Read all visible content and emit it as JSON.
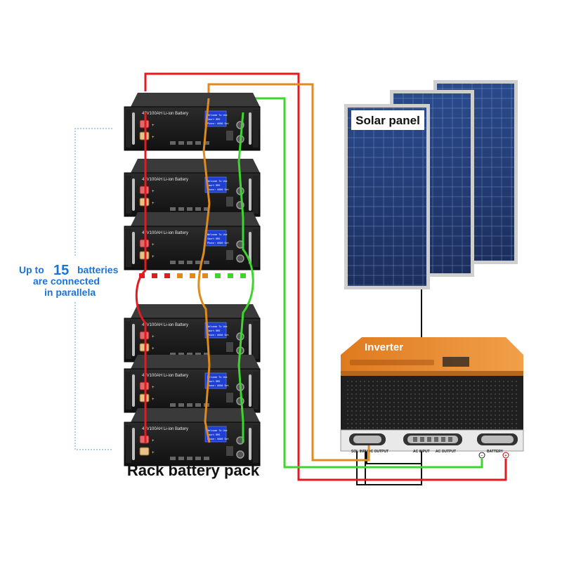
{
  "labels": {
    "solar_panel": "Solar panel",
    "inverter": "Inverter",
    "rack_battery_pack": "Rack battery pack",
    "up_to": "Up to",
    "max_count": "15",
    "batteries": "batteries",
    "are_connected": "are connected",
    "in_parallela": "in parallela"
  },
  "battery_modules": [
    {
      "label": "48V100AH Li-ion Battery"
    },
    {
      "label": "48V100AH Li-ion Battery"
    },
    {
      "label": "48V100AH Li-ion Battery"
    },
    {
      "label": "48V100AH Li-ion Battery"
    },
    {
      "label": "48V100AH Li-ion Battery"
    },
    {
      "label": "48V100AH Li-ion Battery"
    }
  ],
  "battery_terminal_signs": [
    "+",
    "+"
  ],
  "lcd_lines": [
    "Welcome To Use",
    "Smart BMS",
    "Phone: 0000 Set"
  ],
  "inverter_ports": {
    "solar_input": "SOL INPUT",
    "dc_output": "DC OUTPUT",
    "ac_input": "AC INPUT",
    "ac_output": "AC OUTPUT",
    "battery": "BATTERY",
    "minus": "−",
    "plus": "+"
  },
  "colors": {
    "positive_wire": "#e21b23",
    "negative_wire": "#e08a1e",
    "comm_wire": "#3dd62e",
    "solar_wire": "#111111",
    "accent_blue": "#1a73d9",
    "inverter_orange": "#e58a2c"
  }
}
